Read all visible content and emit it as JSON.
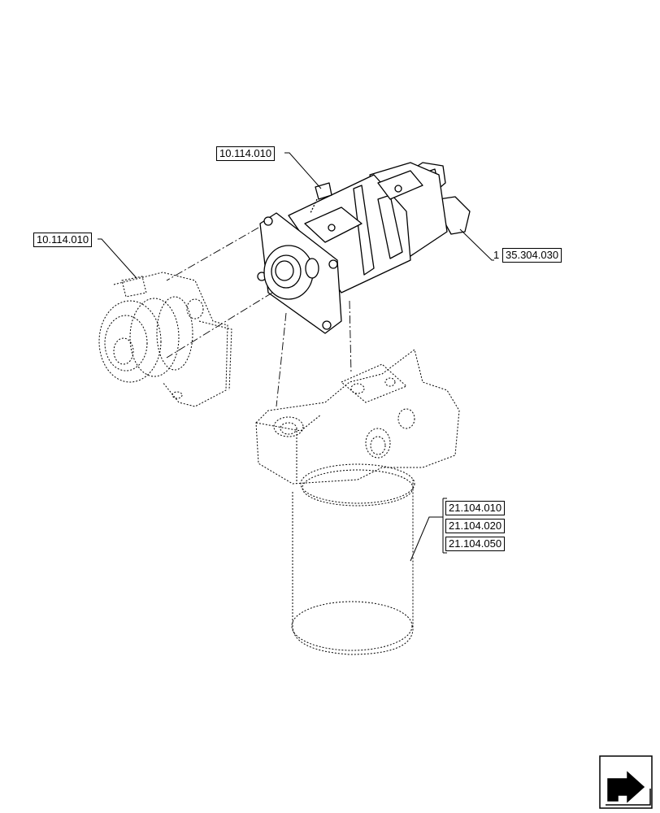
{
  "references": {
    "pump_bolt_ref": "10.114.010",
    "drive_gear_ref": "10.114.010",
    "pump_ref": "35.304.030",
    "filter_refs": [
      "21.104.010",
      "21.104.020",
      "21.104.050"
    ]
  },
  "callouts": {
    "pump_item_number": "1"
  },
  "icons": {
    "nav": "next-page-arrow-icon"
  }
}
